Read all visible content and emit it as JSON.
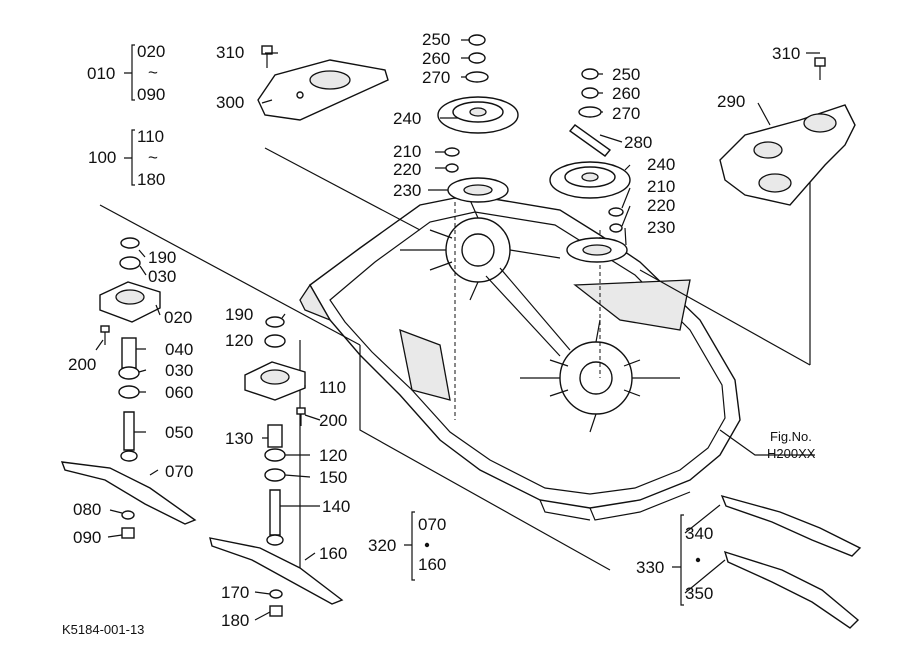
{
  "labels": {
    "p010": "010",
    "p020a": "020",
    "tilde1": "~",
    "p090a": "090",
    "p100": "100",
    "p110a": "110",
    "tilde2": "~",
    "p180a": "180",
    "p310a": "310",
    "p300": "300",
    "p250a": "250",
    "p260a": "260",
    "p270a": "270",
    "p240a": "240",
    "p210a": "210",
    "p220a": "220",
    "p230a": "230",
    "p250b": "250",
    "p260b": "260",
    "p270b": "270",
    "p280": "280",
    "p240b": "240",
    "p210b": "210",
    "p220b": "220",
    "p230b": "230",
    "p310b": "310",
    "p290": "290",
    "p190a": "190",
    "p030a": "030",
    "p020b": "020",
    "p200a": "200",
    "p040": "040",
    "p030b": "030",
    "p060": "060",
    "p050": "050",
    "p070a": "070",
    "p080": "080",
    "p090b": "090",
    "p190b": "190",
    "p120a": "120",
    "p110b": "110",
    "p200b": "200",
    "p130": "130",
    "p120b": "120",
    "p150": "150",
    "p140": "140",
    "p160a": "160",
    "p170": "170",
    "p180b": "180",
    "p320": "320",
    "p070b": "070",
    "p160b": "160",
    "p330": "330",
    "p340": "340",
    "p350": "350",
    "fig_no": "Fig.No.",
    "fig_code": "H200XX",
    "catalog": "K5184-001-13"
  }
}
